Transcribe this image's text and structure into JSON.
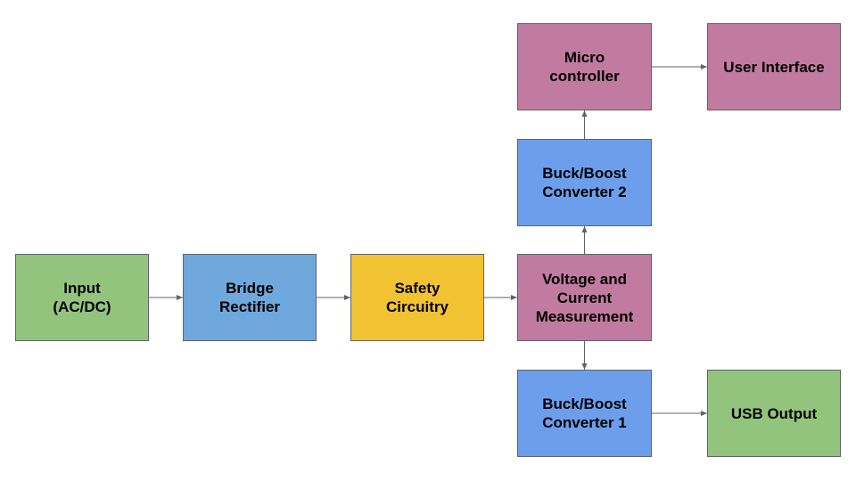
{
  "blocks": {
    "input": {
      "label": "Input\n(AC/DC)",
      "color": "#93c47d"
    },
    "bridge_rectifier": {
      "label": "Bridge\nRectifier",
      "color": "#6fa8dc"
    },
    "safety_circuitry": {
      "label": "Safety\nCircuitry",
      "color": "#f1c232"
    },
    "voltage_current_measurement": {
      "label": "Voltage and\nCurrent\nMeasurement",
      "color": "#c27ba0"
    },
    "buck_boost_converter_2": {
      "label": "Buck/Boost\nConverter 2",
      "color": "#6d9eeb"
    },
    "microcontroller": {
      "label": "Micro\ncontroller",
      "color": "#c27ba0"
    },
    "user_interface": {
      "label": "User Interface",
      "color": "#c27ba0"
    },
    "buck_boost_converter_1": {
      "label": "Buck/Boost\nConverter 1",
      "color": "#6d9eeb"
    },
    "usb_output": {
      "label": "USB Output",
      "color": "#93c47d"
    }
  },
  "connections": [
    {
      "from": "input",
      "to": "bridge_rectifier"
    },
    {
      "from": "bridge_rectifier",
      "to": "safety_circuitry"
    },
    {
      "from": "safety_circuitry",
      "to": "voltage_current_measurement"
    },
    {
      "from": "voltage_current_measurement",
      "to": "buck_boost_converter_2"
    },
    {
      "from": "buck_boost_converter_2",
      "to": "microcontroller"
    },
    {
      "from": "microcontroller",
      "to": "user_interface"
    },
    {
      "from": "voltage_current_measurement",
      "to": "buck_boost_converter_1"
    },
    {
      "from": "buck_boost_converter_1",
      "to": "usb_output"
    }
  ],
  "line_color": "#5f6368"
}
